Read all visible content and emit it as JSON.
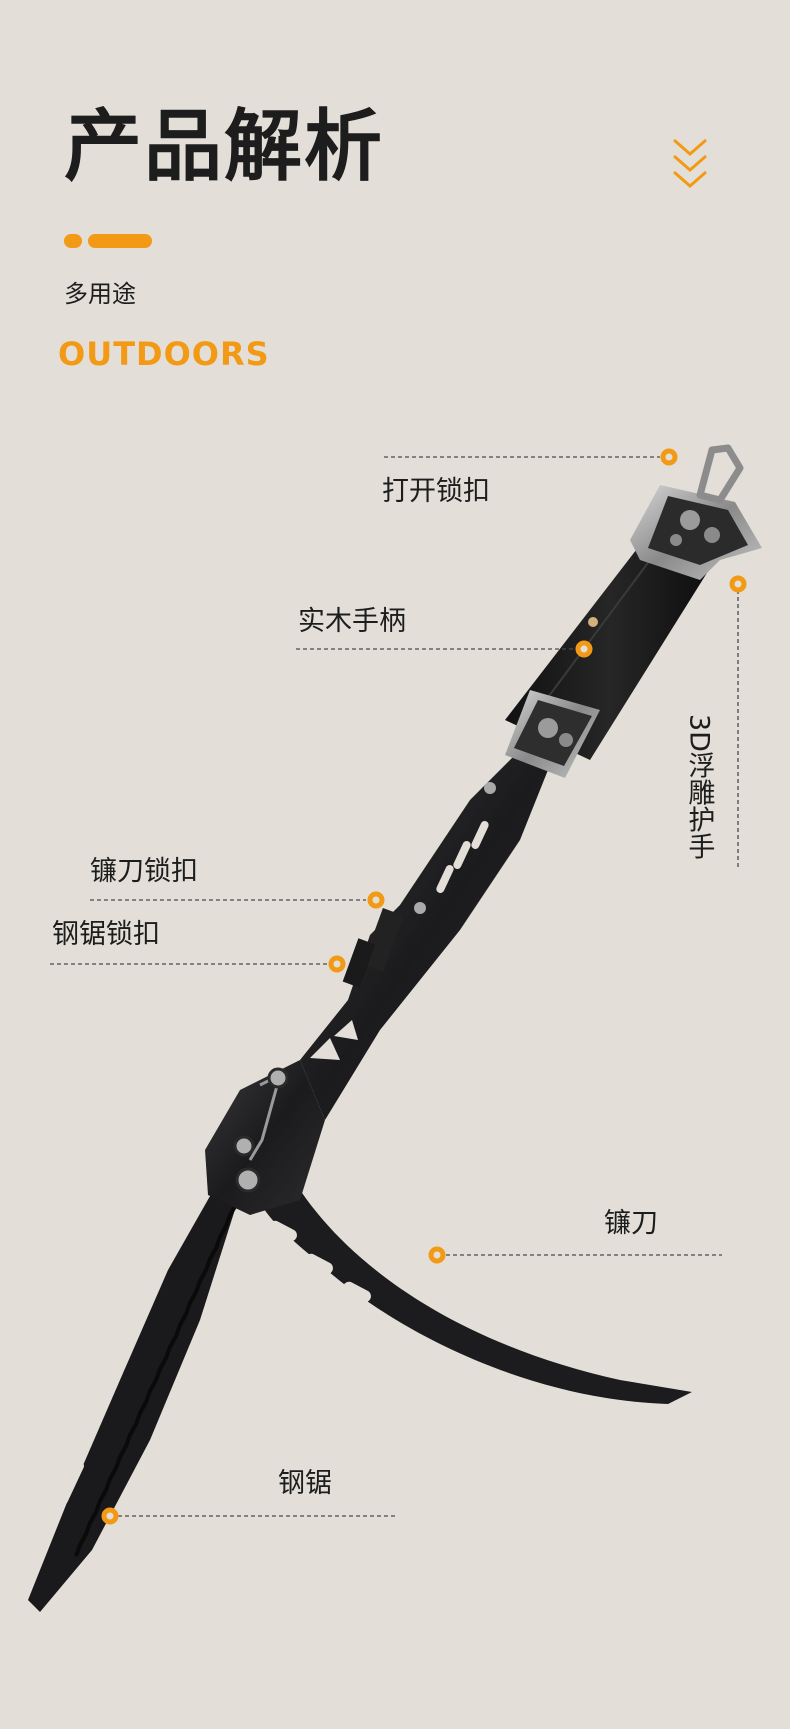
{
  "header": {
    "title": "产品解析",
    "subtitle": "多用途",
    "tagline": "OUTDOORS"
  },
  "colors": {
    "accent": "#f29a16",
    "background": "#e3dfd8",
    "text": "#1d1d1d",
    "blade": "#1c1c1e"
  },
  "callouts": {
    "open_lock": "打开锁扣",
    "wood_handle": "实木手柄",
    "relief_guard": "3D浮雕护手",
    "sickle_lock": "镰刀锁扣",
    "saw_lock": "钢锯锁扣",
    "sickle": "镰刀",
    "saw": "钢锯"
  }
}
